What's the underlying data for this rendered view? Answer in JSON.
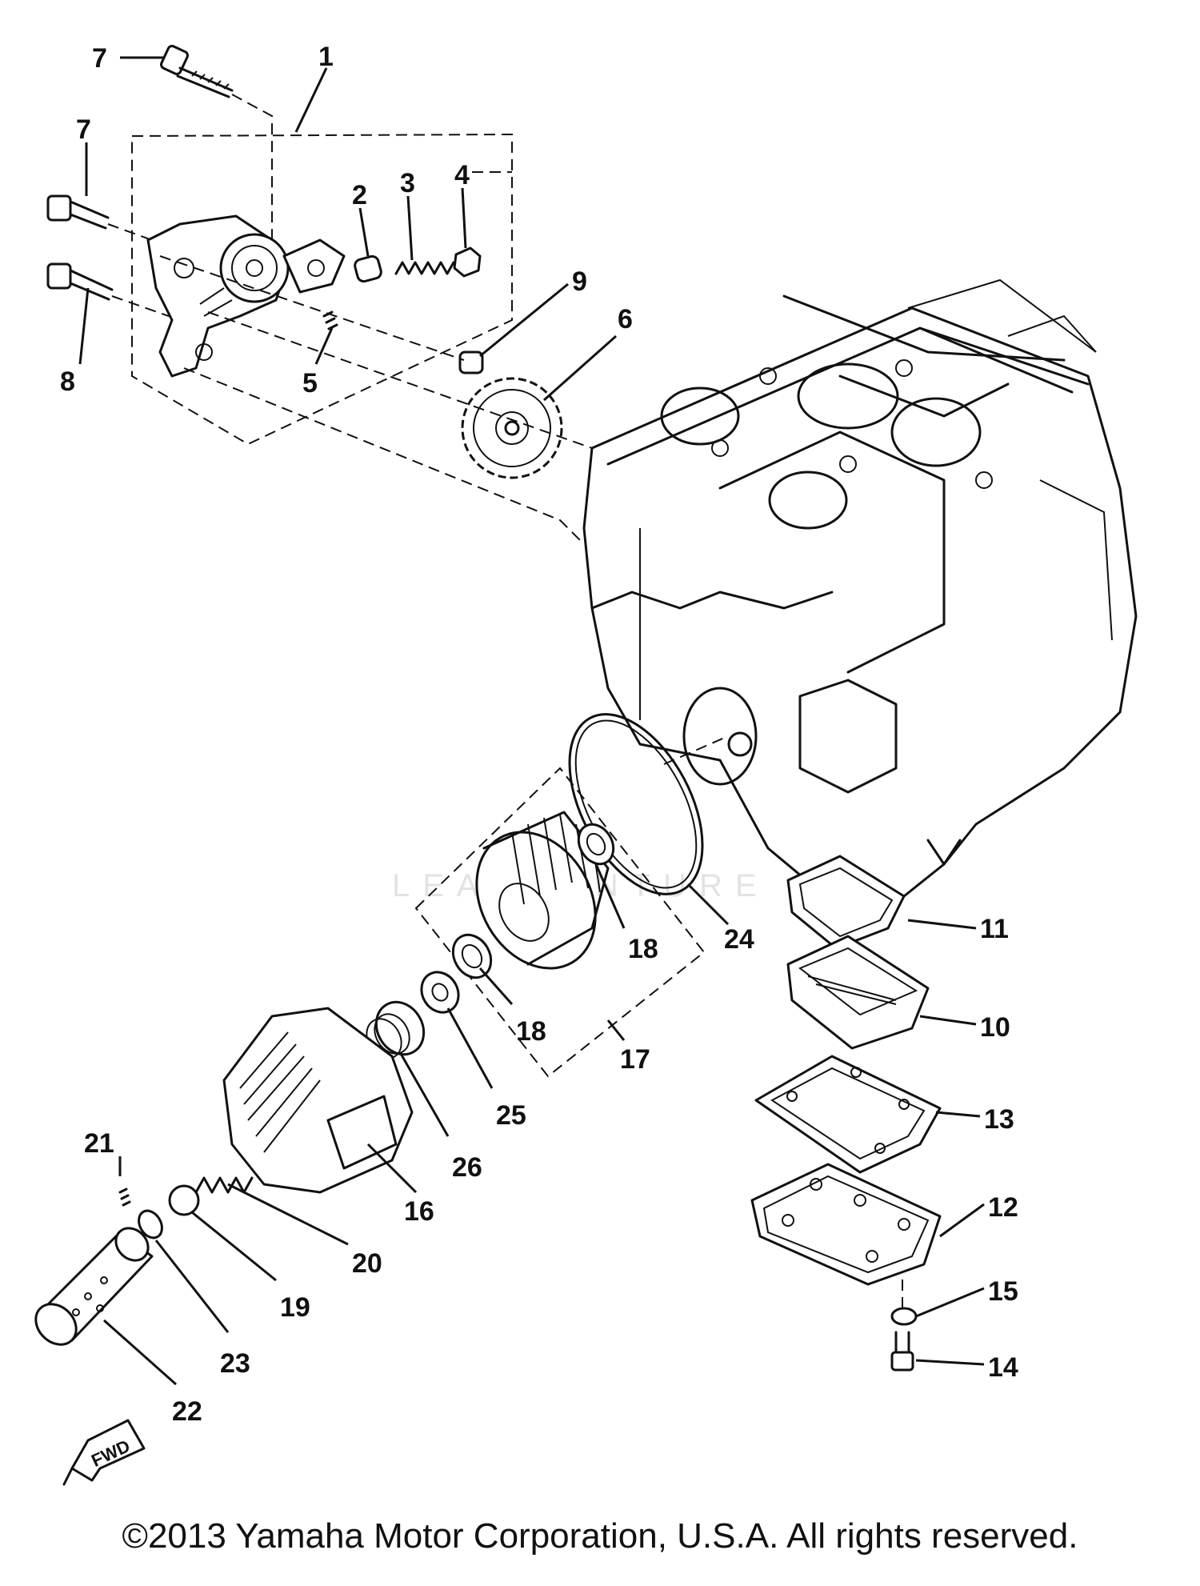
{
  "diagram": {
    "part_numbers": [
      "1",
      "2",
      "3",
      "4",
      "5",
      "6",
      "7",
      "8",
      "8",
      "9",
      "10",
      "11",
      "12",
      "13",
      "14",
      "15",
      "16",
      "17",
      "18",
      "18",
      "19",
      "20",
      "21",
      "22",
      "23",
      "24",
      "25",
      "26"
    ],
    "direction_marker": "FWD",
    "watermark": "LEADVENTURE"
  },
  "footer": {
    "copyright": "©2013 Yamaha Motor Corporation, U.S.A. All rights reserved."
  }
}
